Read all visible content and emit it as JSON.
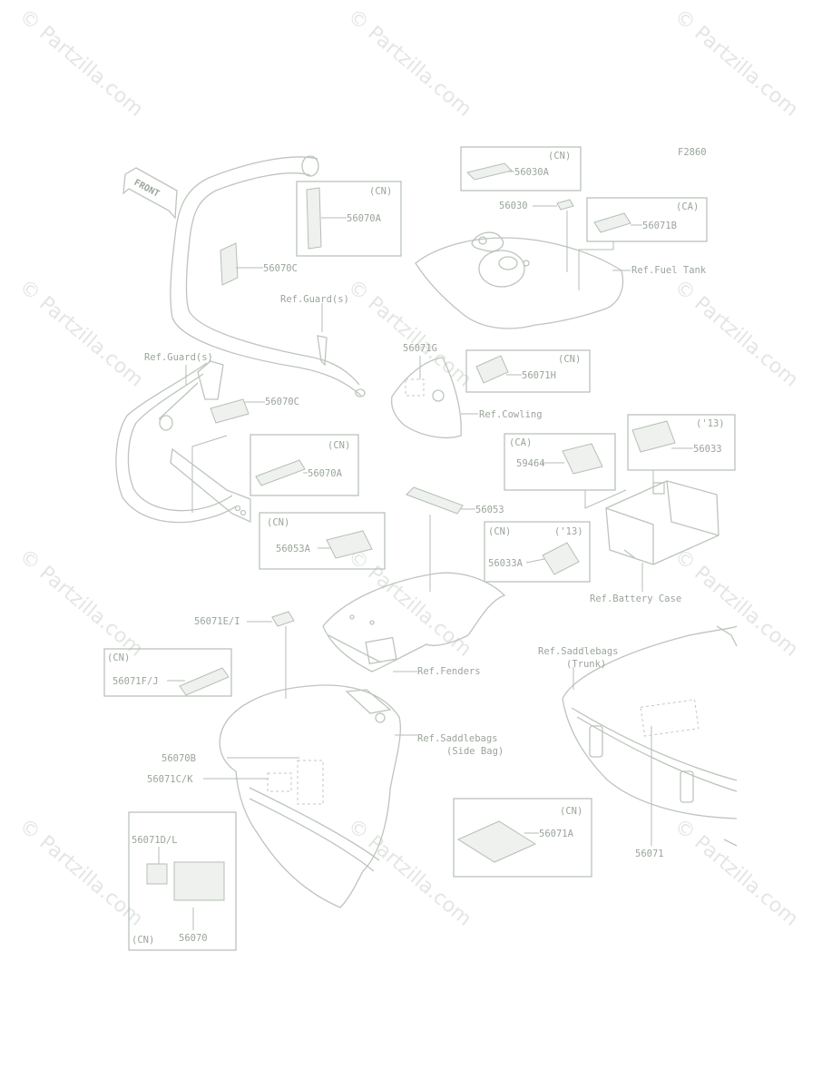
{
  "watermark": "© Partzilla.com",
  "figure_id": "F2860",
  "labels": {
    "front": "FRONT",
    "cn": "(CN)",
    "ca": "(CA)",
    "y13": "('13)",
    "p56030A": "56030A",
    "p56030": "56030",
    "p56071B": "56071B",
    "ref_fuel_tank": "Ref.Fuel Tank",
    "p56070A": "56070A",
    "p56070C": "56070C",
    "ref_guards": "Ref.Guard(s)",
    "p56071G": "56071G",
    "p56071H": "56071H",
    "ref_cowling": "Ref.Cowling",
    "p56033": "56033",
    "p59464": "59464",
    "p56053": "56053",
    "p56053A": "56053A",
    "p56033A": "56033A",
    "ref_battery_case": "Ref.Battery Case",
    "p56071EI": "56071E/I",
    "p56071FJ": "56071F/J",
    "ref_fenders": "Ref.Fenders",
    "ref_saddlebags": "Ref.Saddlebags",
    "side_bag": "(Side Bag)",
    "trunk": "(Trunk)",
    "p56070B": "56070B",
    "p56071CK": "56071C/K",
    "p56071DL": "56071D/L",
    "p56070": "56070",
    "p56071A": "56071A",
    "p56071": "56071"
  }
}
